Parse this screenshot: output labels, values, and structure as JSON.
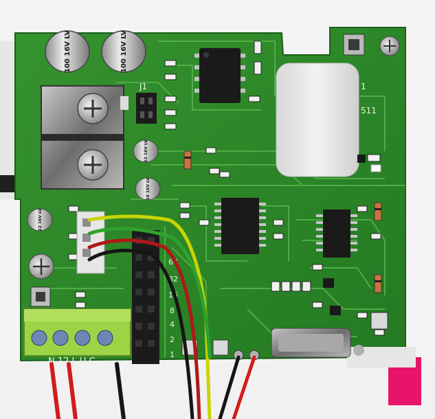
{
  "photo": {
    "colors": {
      "board": "#2f8a2a",
      "board_dark": "#1f6b20",
      "trace": "#49a83c",
      "silkscreen": "#e9f5e2",
      "chip": "#1a1a1a",
      "terminal": "#9bd444",
      "background": "#f4f4f4"
    },
    "capacitors": [
      {
        "label": "100 16V LV"
      },
      {
        "label": "100 16V LV"
      },
      {
        "label": "22 16V LV"
      },
      {
        "label": "10 16V LV"
      },
      {
        "label": "22 16V LV"
      }
    ],
    "silkscreen": {
      "jumper_label": "J1",
      "part_label": "511",
      "corner_label": "1",
      "dip_values": [
        "64",
        "32",
        "16",
        "8",
        "4",
        "2",
        "1"
      ],
      "terminal_label": "N 12 L U C"
    },
    "icons": {
      "mounting_screw": "screw-icon",
      "terminal_screw": "screw-terminal-icon"
    }
  }
}
